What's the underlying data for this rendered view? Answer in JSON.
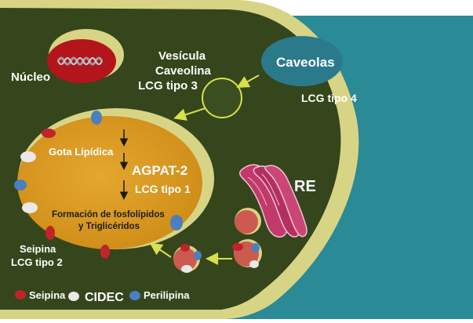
{
  "labels": {
    "nucleo": "Núcleo",
    "vesicula_line1": "Vesícula",
    "vesicula_line2": "Caveolina",
    "vesicula_line3": "LCG tipo 3",
    "caveolas": "Caveolas",
    "lcg_tipo4": "LCG tipo 4",
    "gota_lipidica": "Gota Lipídica",
    "agpat2": "AGPAT-2",
    "lcg_tipo1": "LCG tipo 1",
    "formacion_line1": "Formación de fosfolípidos",
    "formacion_line2": "y Triglicéridos",
    "re": "RE",
    "seipina_line1": "Seipina",
    "seipina_line2": "LCG tipo 2"
  },
  "legend": {
    "items": [
      {
        "label": "Seipina",
        "color": "#c0242a"
      },
      {
        "label": "CIDEC",
        "color": "#e9e9e9"
      },
      {
        "label": "Perilipina",
        "color": "#4a7fc0"
      }
    ]
  },
  "colors": {
    "background": "#2a8a96",
    "cytoplasm": "#35461c",
    "membrane": "#d8d486",
    "lipid_droplet": "#d9981e",
    "nucleus": "#b3151b",
    "caveolae": "#2a7a8c",
    "er": "#c23a6a",
    "arrow": "#d8e04a"
  }
}
